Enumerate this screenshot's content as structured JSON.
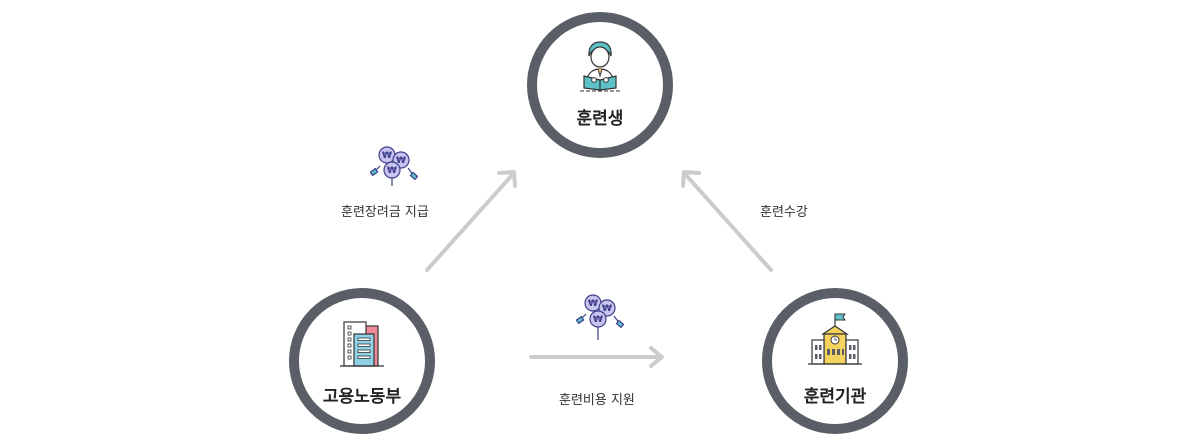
{
  "nodes": {
    "trainee": {
      "label": "훈련생",
      "icon": "trainee-reading-icon"
    },
    "ministry": {
      "label": "고용노동부",
      "icon": "office-building-icon"
    },
    "institution": {
      "label": "훈련기관",
      "icon": "school-building-icon"
    }
  },
  "edges": {
    "allowance": {
      "label": "훈련장려금 지급",
      "from": "ministry",
      "to": "trainee",
      "icon": "won-coins-icon"
    },
    "course": {
      "label": "훈련수강",
      "from": "institution",
      "to": "trainee"
    },
    "cost": {
      "label": "훈련비용 지원",
      "from": "ministry",
      "to": "institution",
      "icon": "won-coins-icon"
    }
  },
  "colors": {
    "ring": "#5a5e66",
    "arrow": "#cccccc",
    "coin": "#c9c3f0",
    "coin_stroke": "#3c3f8a",
    "teal": "#5cc2c8",
    "yellow": "#f4d35e",
    "pink": "#ee8a9a"
  }
}
